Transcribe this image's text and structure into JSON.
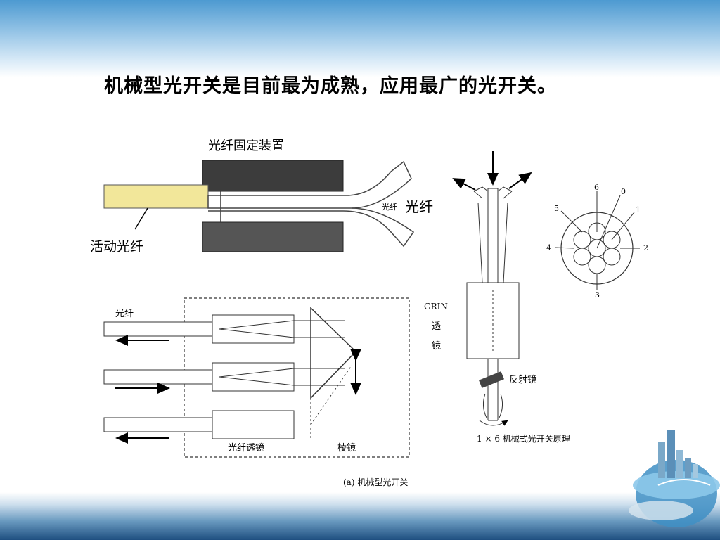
{
  "slide": {
    "title": "机械型光开关是目前最为成熟，应用最广的光开关。"
  },
  "diagram_top": {
    "fixture_label": "光纤固定装置",
    "movable_fiber_label": "活动光纤",
    "fiber_label": "光纤",
    "fiber_label_small": "光纤"
  },
  "diagram_prism": {
    "fiber_label": "光纤",
    "lens_label": "光纤透镜",
    "prism_label": "棱镜",
    "caption": "(a)  机械型光开关"
  },
  "diagram_grin": {
    "grin_label_line1": "GRIN",
    "grin_label_line2": "透",
    "grin_label_line3": "镜",
    "mirror_label": "反射镜",
    "caption": "1 × 6 机械式光开关原理"
  },
  "diagram_bundle": {
    "ports": [
      "6",
      "0",
      "5",
      "1",
      "4",
      "2",
      "3"
    ]
  }
}
